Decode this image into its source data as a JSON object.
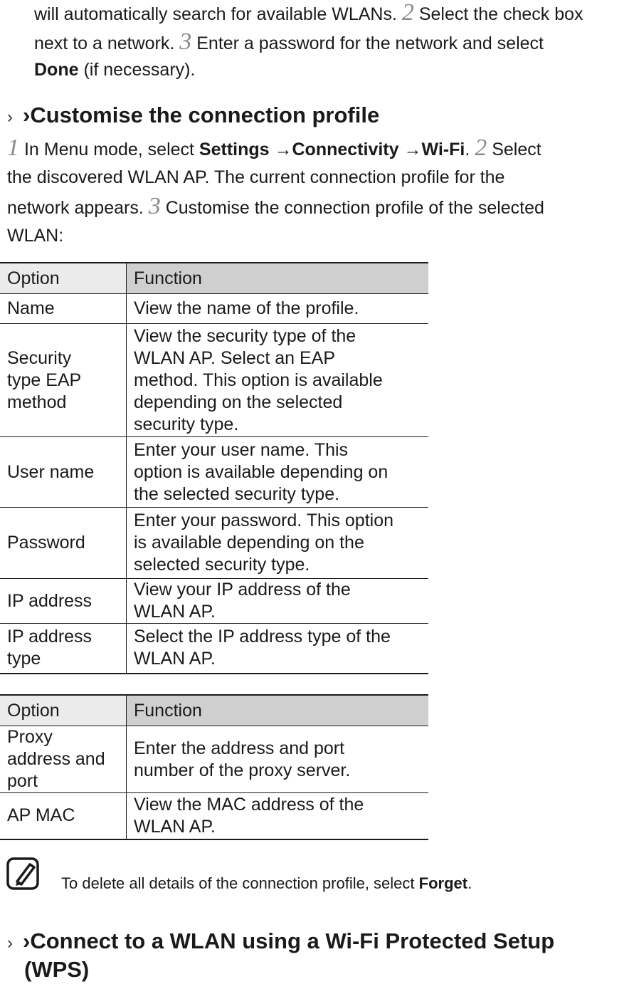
{
  "intro": {
    "line1": "will automatically search for available WLANs.",
    "step2_num": "2",
    "line1b": "Select the check box",
    "line2": "next to a network.",
    "step3_num": "3",
    "line2b": "Enter a password for the network and select",
    "done_word": "Done",
    "line3": "(if necessary)."
  },
  "section1": {
    "chevron_small": "›",
    "chevron_big": "›",
    "title": "Customise the connection profile"
  },
  "steps": {
    "s1_num": "1",
    "s1_text": "In Menu mode, select",
    "settings": "Settings",
    "arrow1": "→",
    "connectivity": "Connectivity",
    "arrow2": "→",
    "wifi": "Wi-Fi",
    "dot": ".",
    "s2_num": "2",
    "s2_text": "Select",
    "line2": "the discovered WLAN AP. The current connection profile for the",
    "line3a": "network appears.",
    "s3_num": "3",
    "line3b": "Customise the connection profile of the selected",
    "line4": "WLAN:"
  },
  "table1": {
    "headers": [
      "Option",
      "Function"
    ],
    "rows": [
      {
        "option_lines": [
          "Name"
        ],
        "function_lines": [
          "View the name of the profile."
        ]
      },
      {
        "option_lines": [
          "Security",
          "type EAP",
          "method"
        ],
        "function_lines": [
          "View the security type of the",
          "WLAN AP. Select an EAP",
          "method. This option is available",
          "depending on the selected",
          "security type."
        ]
      },
      {
        "option_lines": [
          "User name"
        ],
        "function_lines": [
          "Enter your user name. This",
          "option is available depending on",
          "the selected security type."
        ]
      },
      {
        "option_lines": [
          "Password"
        ],
        "function_lines": [
          "Enter your password. This option",
          "is available depending on the",
          "selected security type."
        ]
      },
      {
        "option_lines": [
          "IP address"
        ],
        "function_lines": [
          "View your IP address of the",
          "WLAN AP."
        ]
      },
      {
        "option_lines": [
          "IP address",
          "type"
        ],
        "function_lines": [
          "Select the IP address type of the",
          "WLAN AP."
        ]
      }
    ]
  },
  "table2": {
    "headers": [
      "Option",
      "Function"
    ],
    "rows": [
      {
        "option_lines": [
          "Proxy",
          "address and",
          "port"
        ],
        "function_lines": [
          "Enter the address and port",
          "number of the proxy server."
        ]
      },
      {
        "option_lines": [
          "AP MAC"
        ],
        "function_lines": [
          "View the MAC address of the",
          "WLAN AP."
        ]
      }
    ]
  },
  "note": {
    "icon": "note-pencil-icon",
    "text": "To delete all details of the connection profile, select",
    "forget": "Forget",
    "end": "."
  },
  "section2": {
    "chevron_small": "›",
    "chevron_big": "›",
    "title_line1": "Connect to a WLAN using a Wi-Fi Protected Setup",
    "title_line2": "(WPS)"
  }
}
